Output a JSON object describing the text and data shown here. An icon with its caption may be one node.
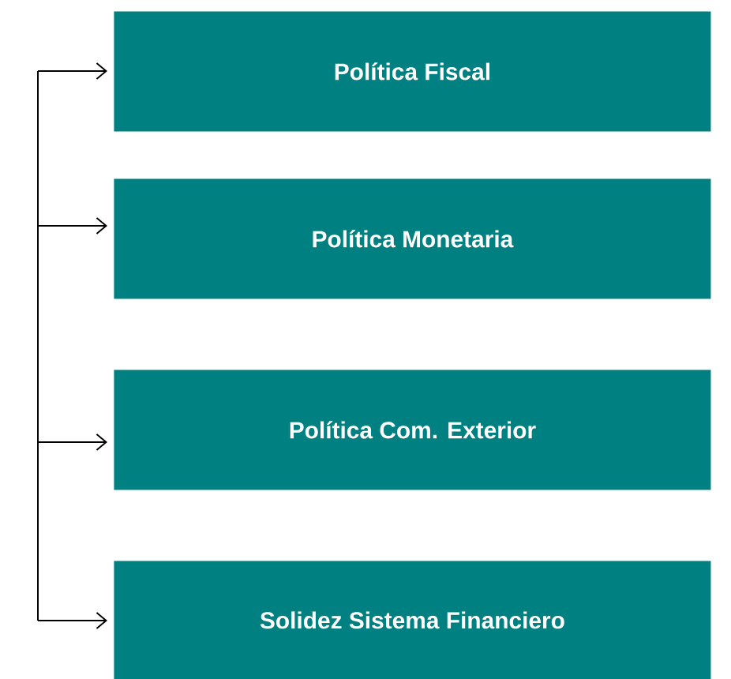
{
  "diagram": {
    "nodes": [
      {
        "text": [
          "Política Fiscal"
        ]
      },
      {
        "text": [
          "Política Monetaria"
        ]
      },
      {
        "text": [
          "Política Com. Exterior"
        ]
      },
      {
        "text": [
          "Solidez Sistema Financiero"
        ]
      }
    ],
    "edges": [
      {
        "from": null,
        "to": 0,
        "arrow": "to"
      },
      {
        "from": null,
        "to": 1,
        "arrow": "to"
      },
      {
        "from": null,
        "to": 2,
        "arrow": "to"
      },
      {
        "from": null,
        "to": 3,
        "arrow": "to"
      }
    ]
  }
}
